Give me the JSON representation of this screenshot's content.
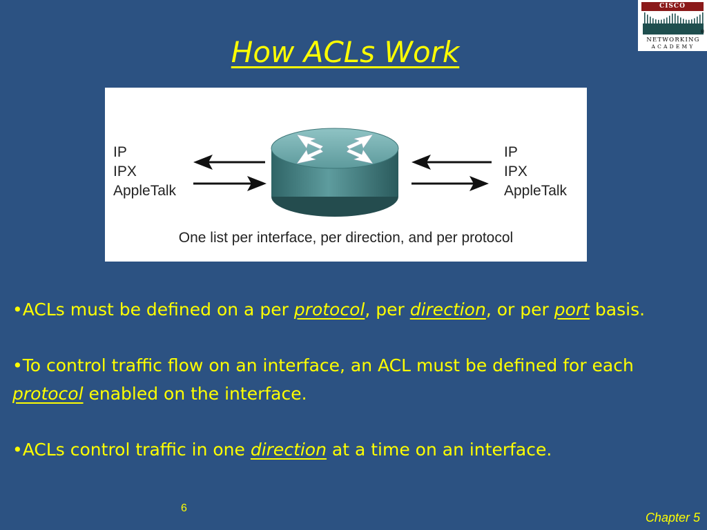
{
  "logo": {
    "brand": "CISCO SYSTEMS",
    "line1": "NETWORKING",
    "line2": "ACADEMY",
    "registered": "®"
  },
  "title": "How ACLs Work",
  "diagram": {
    "left_protocols": [
      "IP",
      "IPX",
      "AppleTalk"
    ],
    "right_protocols": [
      "IP",
      "IPX",
      "AppleTalk"
    ],
    "caption": "One list per interface, per direction, and per protocol"
  },
  "bullets": [
    {
      "parts": [
        {
          "text": "•ACLs must be defined on a per ",
          "emph": false
        },
        {
          "text": "protocol",
          "emph": true
        },
        {
          "text": ", per ",
          "emph": false
        },
        {
          "text": "direction",
          "emph": true
        },
        {
          "text": ", or per ",
          "emph": false
        },
        {
          "text": "port",
          "emph": true
        },
        {
          "text": " basis.",
          "emph": false
        }
      ]
    },
    {
      "parts": [
        {
          "text": "•To control traffic flow on an interface, an ACL must be defined for each ",
          "emph": false
        },
        {
          "text": "protocol",
          "emph": true
        },
        {
          "text": " enabled on the interface.",
          "emph": false
        }
      ]
    },
    {
      "parts": [
        {
          "text": "•ACLs control traffic in one ",
          "emph": false
        },
        {
          "text": "direction",
          "emph": true
        },
        {
          "text": " at a time on an interface.",
          "emph": false
        }
      ]
    }
  ],
  "footer": {
    "page_number": "6",
    "chapter": "Chapter 5"
  },
  "colors": {
    "background": "#2c5282",
    "text": "#ffff00",
    "router": "#4a8a8c"
  }
}
